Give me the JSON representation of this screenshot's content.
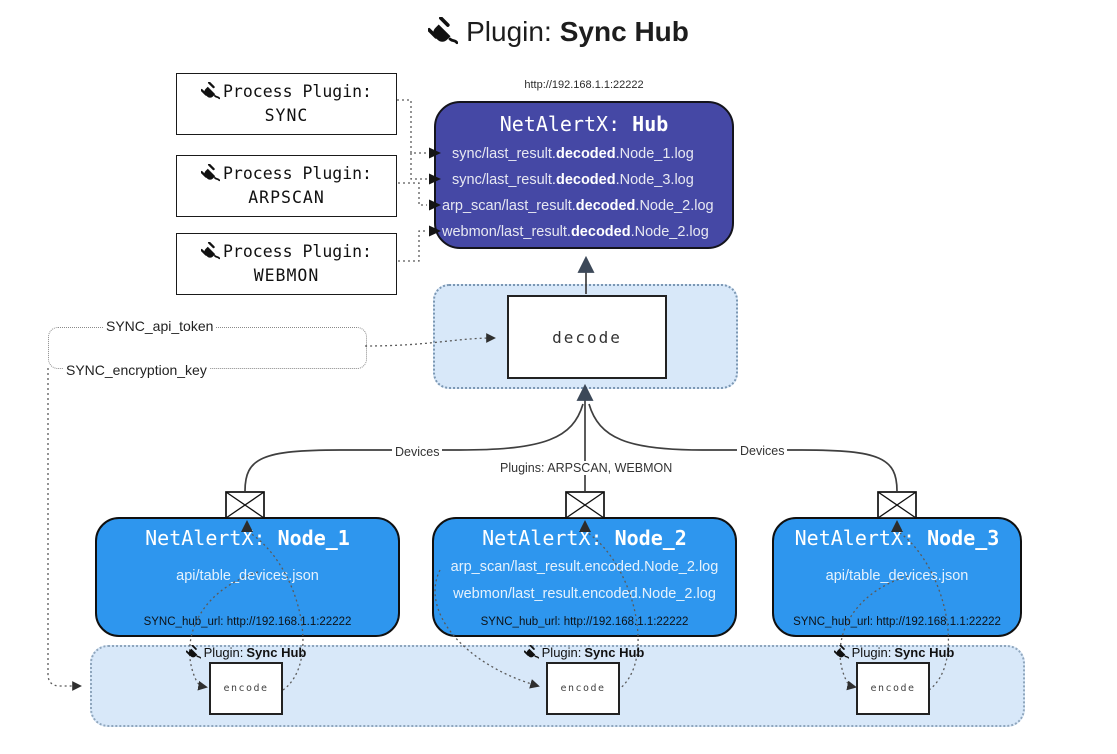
{
  "title": {
    "label": "Plugin:",
    "name": "Sync Hub"
  },
  "process_plugins": [
    {
      "label": "Process Plugin:",
      "name": "SYNC"
    },
    {
      "label": "Process Plugin:",
      "name": "ARPSCAN"
    },
    {
      "label": "Process Plugin:",
      "name": "WEBMON"
    }
  ],
  "hub": {
    "url": "http://192.168.1.1:22222",
    "title_prefix": "NetAlertX: ",
    "title_name": "Hub",
    "logs": [
      {
        "pre": "sync/last_result.",
        "bold": "decoded",
        "post": ".Node_1.log"
      },
      {
        "pre": "sync/last_result.",
        "bold": "decoded",
        "post": ".Node_3.log"
      },
      {
        "pre": "arp_scan/last_result.",
        "bold": "decoded",
        "post": ".Node_2.log"
      },
      {
        "pre": "webmon/last_result.",
        "bold": "decoded",
        "post": ".Node_2.log"
      }
    ]
  },
  "decode_label": "decode",
  "config": {
    "api_token": "SYNC_api_token",
    "encryption_key": "SYNC_encryption_key"
  },
  "edge_labels": {
    "devices_left": "Devices",
    "devices_right": "Devices",
    "plugins": "Plugins: ARPSCAN, WEBMON"
  },
  "nodes": [
    {
      "title_prefix": "NetAlertX: ",
      "title_name": "Node_1",
      "lines": [
        "api/table_devices.json"
      ],
      "hub_url": "SYNC_hub_url: http://192.168.1.1:22222"
    },
    {
      "title_prefix": "NetAlertX: ",
      "title_name": "Node_2",
      "lines": [
        "arp_scan/last_result.encoded.Node_2.log",
        "webmon/last_result.encoded.Node_2.log"
      ],
      "hub_url": "SYNC_hub_url: http://192.168.1.1:22222"
    },
    {
      "title_prefix": "NetAlertX: ",
      "title_name": "Node_3",
      "lines": [
        "api/table_devices.json"
      ],
      "hub_url": "SYNC_hub_url: http://192.168.1.1:22222"
    }
  ],
  "encoders": [
    {
      "label": "Plugin:",
      "name": "Sync Hub",
      "box_label": "encode"
    },
    {
      "label": "Plugin:",
      "name": "Sync Hub",
      "box_label": "encode"
    },
    {
      "label": "Plugin:",
      "name": "Sync Hub",
      "box_label": "encode"
    }
  ],
  "colors": {
    "hub_fill": "#4548a5",
    "node_fill": "#2e96ee",
    "container_fill": "#d8e8f9",
    "line": "#3f3f3f",
    "arrow": "#3c4858"
  }
}
